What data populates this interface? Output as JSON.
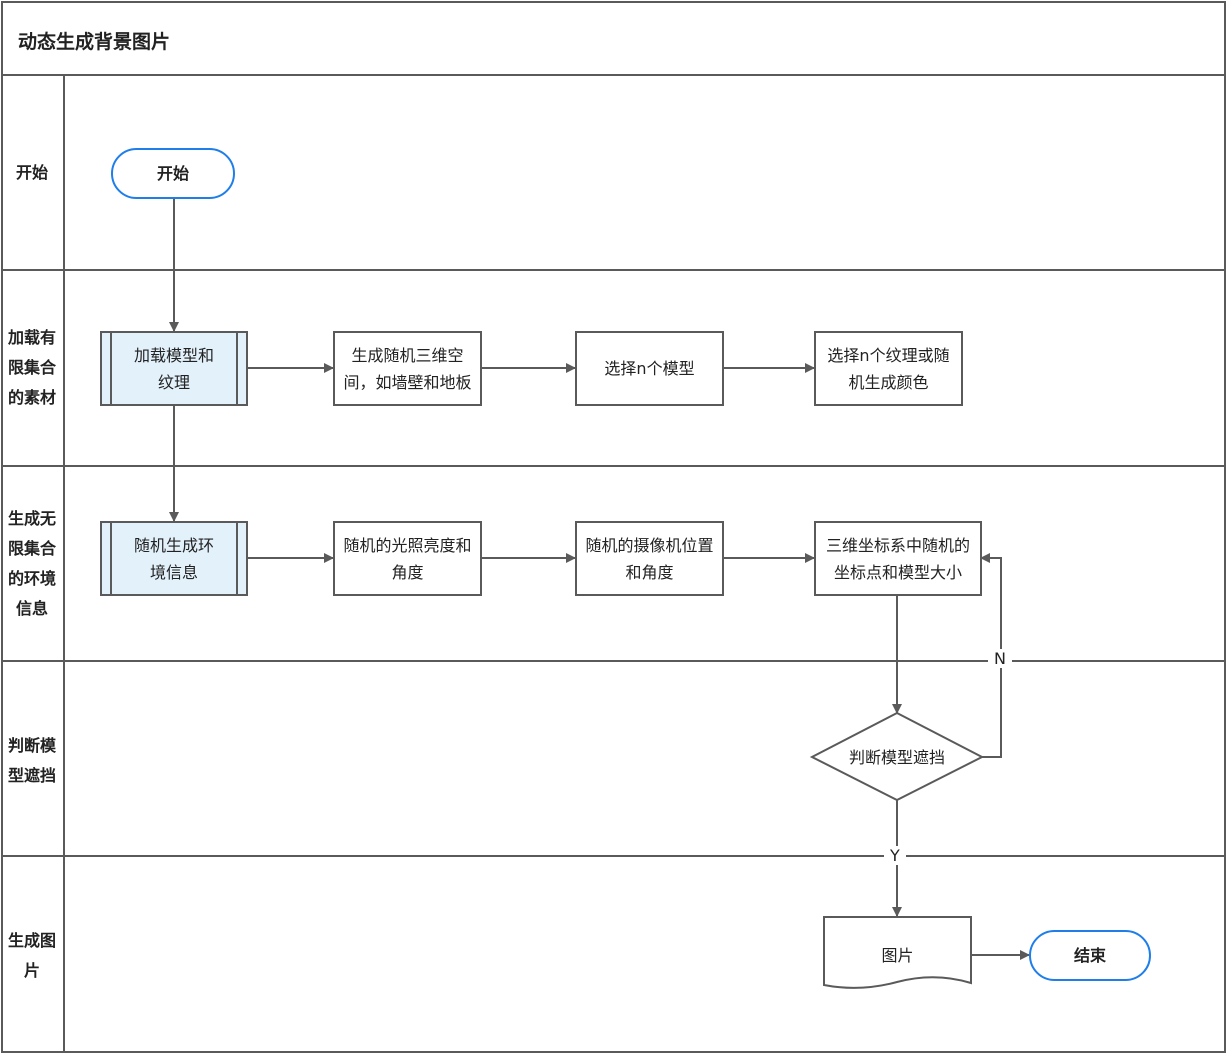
{
  "title": "动态生成背景图片",
  "lanes": [
    {
      "label": "开始"
    },
    {
      "label": "加载有\n限集合\n的素材"
    },
    {
      "label": "生成无\n限集合\n的环境\n信息"
    },
    {
      "label": "判断模\n型遮挡"
    },
    {
      "label": "生成图\n片"
    }
  ],
  "nodes": {
    "start": "开始",
    "load_models": "加载模型和\n纹理",
    "gen_space": "生成随机三维空\n间，如墙壁和地板",
    "select_models": "选择n个模型",
    "select_textures": "选择n个纹理或随\n机生成颜色",
    "random_env": "随机生成环\n境信息",
    "random_light": "随机的光照亮度和\n角度",
    "random_camera": "随机的摄像机位置\n和角度",
    "random_coords": "三维坐标系中随机的\n坐标点和模型大小",
    "judge_occlusion": "判断模型遮挡",
    "image": "图片",
    "end": "结束"
  },
  "edge_labels": {
    "no": "N",
    "yes": "Y"
  },
  "colors": {
    "line": "#5a5a5a",
    "terminal_border": "#1f7ee8",
    "subprocess_fill": "#e3f1fb"
  }
}
